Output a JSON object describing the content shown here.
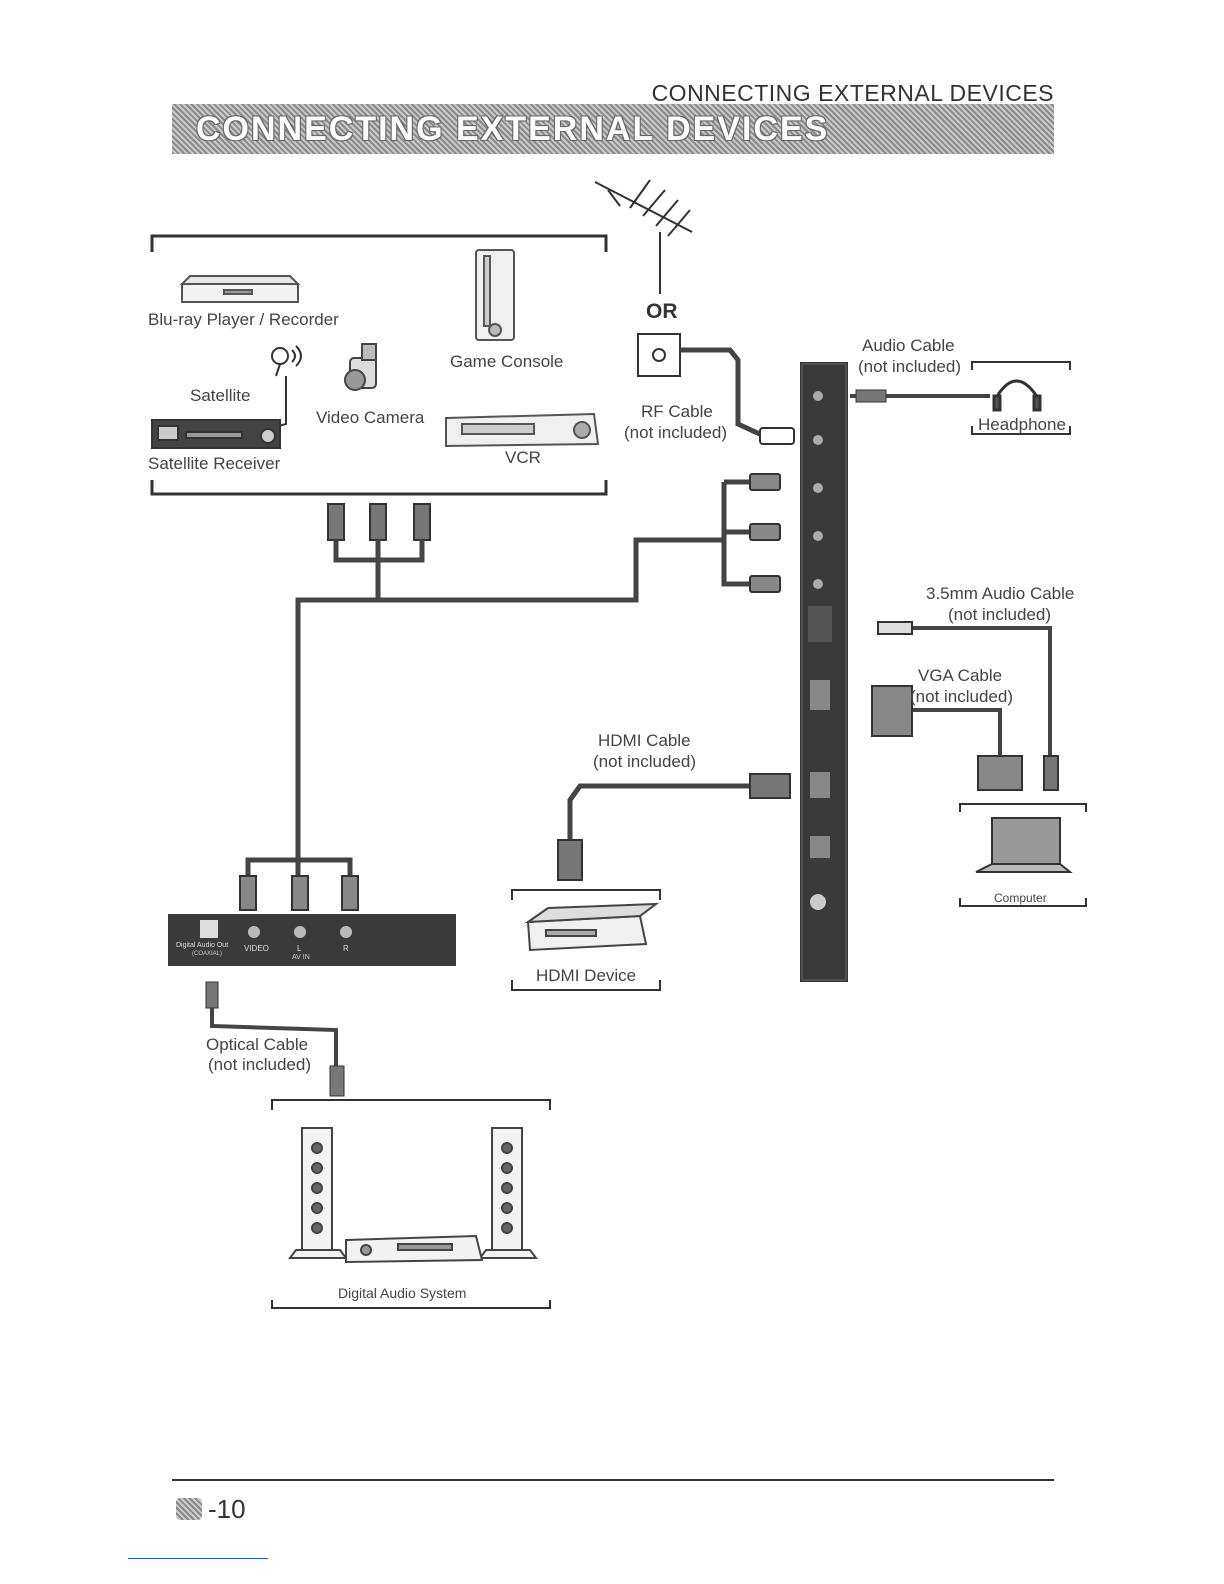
{
  "header": {
    "section_title": "CONNECTING EXTERNAL DEVICES"
  },
  "banner": {
    "title": "CONNECTING EXTERNAL DEVICES"
  },
  "devices": {
    "bluray": "Blu-ray Player / Recorder",
    "game_console": "Game Console",
    "satellite": "Satellite",
    "video_camera": "Video Camera",
    "satellite_receiver": "Satellite Receiver",
    "vcr": "VCR",
    "headphone": "Headphone",
    "computer": "Computer",
    "hdmi_device": "HDMI Device",
    "digital_audio_system": "Digital Audio System"
  },
  "cables": {
    "or": "OR",
    "rf_cable": "RF Cable",
    "rf_note": "(not included)",
    "audio_cable": "Audio Cable",
    "audio_note": "(not included)",
    "audio35_cable": "3.5mm Audio Cable",
    "audio35_note": "(not included)",
    "vga_cable": "VGA Cable",
    "vga_note": "(not included)",
    "hdmi_cable": "HDMI Cable",
    "hdmi_note": "(not included)",
    "optical_cable": "Optical Cable",
    "optical_note": "(not included)"
  },
  "panel_labels": {
    "digital_audio_out": "Digital Audio Out",
    "coaxial": "(COAXIAL)",
    "video": "VIDEO",
    "l": "L",
    "r": "R",
    "av_in": "AV IN"
  },
  "footer": {
    "page": "-10"
  }
}
